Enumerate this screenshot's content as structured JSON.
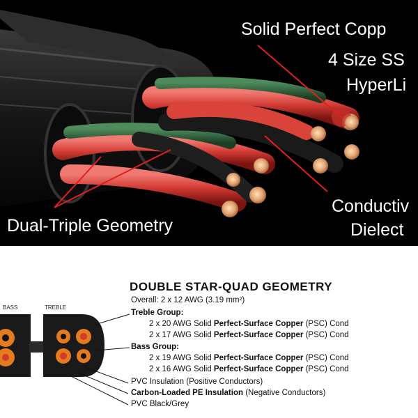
{
  "photo": {
    "labels": {
      "solid_copper": "Solid Perfect Copp",
      "size_ss": "4 Size SS",
      "hyperli": "HyperLi",
      "dual_triple": "Dual-Triple Geometry",
      "conductiv": "Conductiv",
      "dielect": "Dielect"
    }
  },
  "diagram": {
    "title": "DOUBLE STAR-QUAD GEOMETRY",
    "overall": "Overall: 2 x 12 AWG (3.19 mm²)",
    "col_bass": "BASS",
    "col_treble": "TREBLE",
    "treble_group": "Treble Group:",
    "treble_1_pre": "2 x 20 AWG Solid",
    "treble_1_bold": "Perfect-Surface Copper",
    "treble_1_post": "(PSC) Cond",
    "treble_2_pre": "2 x 17 AWG Solid",
    "treble_2_bold": "Perfect-Surface Copper",
    "treble_2_post": "(PSC) Cond",
    "bass_group": "Bass Group:",
    "bass_1_pre": "2 x 19 AWG Solid",
    "bass_1_bold": "Perfect-Surface Copper",
    "bass_1_post": "(PSC) Cond",
    "bass_2_pre": "2 x 16 AWG Solid",
    "bass_2_bold": "Perfect-Surface Copper",
    "bass_2_post": "(PSC) Cond",
    "pvc_insulation": "PVC Insulation (Positive Conductors)",
    "carbon_bold": "Carbon-Loaded PE Insulation",
    "carbon_post": "(Negative Conductors)",
    "pvc_jacket": "PVC Black/Grey"
  }
}
